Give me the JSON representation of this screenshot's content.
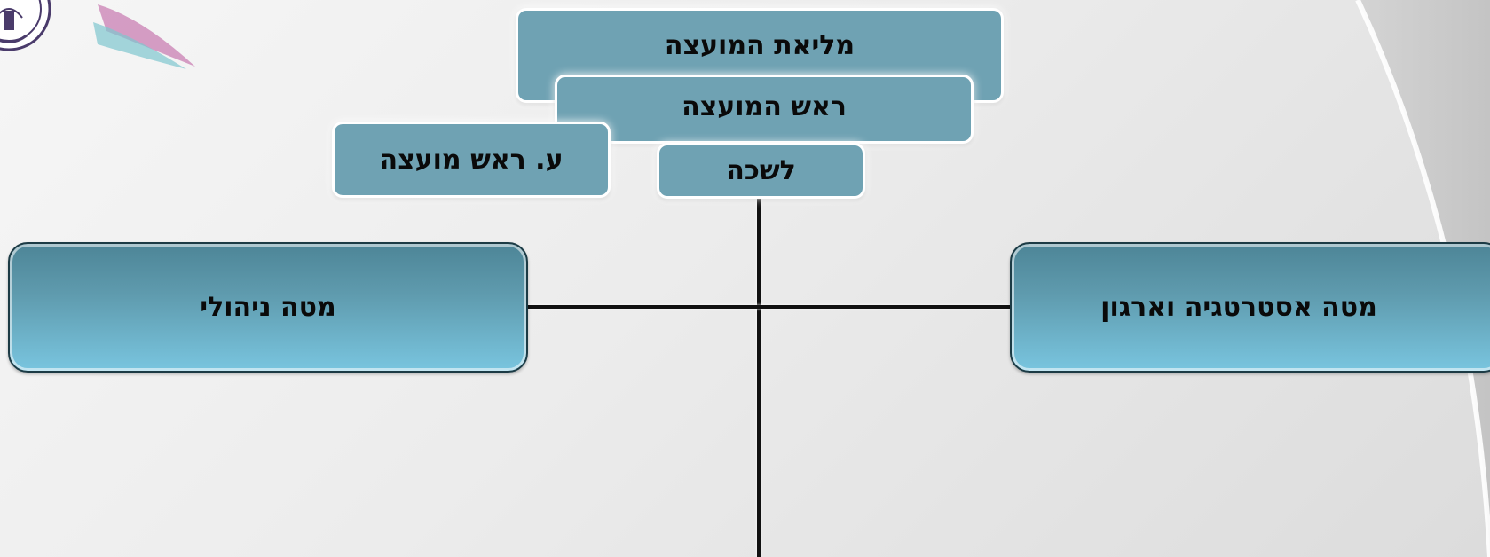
{
  "org_chart": {
    "plenary": "מליאת המועצה",
    "head": "ראש המועצה",
    "deputy": "ע. ראש מועצה",
    "bureau": "לשכה",
    "admin_staff": "מטה ניהולי",
    "strategy_staff": "מטה אסטרטגיה וארגון"
  },
  "colors": {
    "small_box": "#6fa2b3",
    "staff_box_top": "#4d8597",
    "staff_box_bottom": "#79c5df",
    "connector": "#111111",
    "background": "#ececec"
  },
  "icons": {
    "logo": "emblem-icon"
  }
}
